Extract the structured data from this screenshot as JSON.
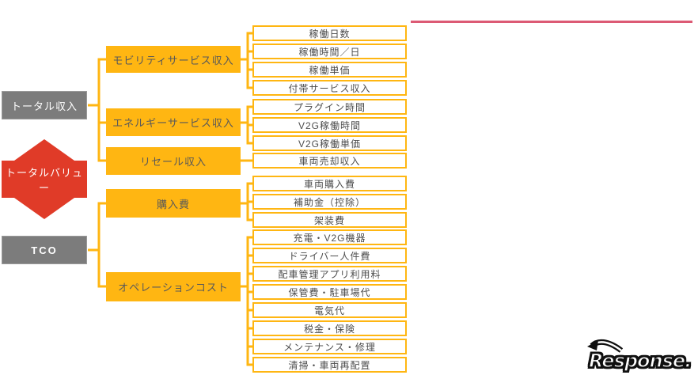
{
  "diagram": {
    "left": {
      "total_revenue": "トータル収入",
      "total_value": "トータルバリュー",
      "tco": "TCO"
    },
    "groups": [
      {
        "parent": "モビリティサービス収入",
        "children": [
          "稼働日数",
          "稼働時間／日",
          "稼働単価",
          "付帯サービス収入"
        ]
      },
      {
        "parent": "エネルギーサービス収入",
        "children": [
          "プラグイン時間",
          "V2G稼働時間",
          "V2G稼働単価"
        ]
      },
      {
        "parent": "リセール収入",
        "children": [
          "車両売却収入"
        ]
      },
      {
        "parent": "購入費",
        "children": [
          "車両購入費",
          "補助金（控除）",
          "架装費"
        ]
      },
      {
        "parent": "オペレーションコスト",
        "children": [
          "充電・V2G機器",
          "ドライバー人件費",
          "配車管理アプリ利用料",
          "保管費・駐車場代",
          "電気代",
          "税金・保険",
          "メンテナンス・修理",
          "清掃・車両再配置"
        ]
      }
    ],
    "colors": {
      "orange": "#FFB612",
      "red": "#E03B28",
      "gray": "#7C7C7C",
      "pink_divider": "#DC5A74",
      "leaf_text": "#4D4D4D"
    },
    "watermark": "Response."
  }
}
